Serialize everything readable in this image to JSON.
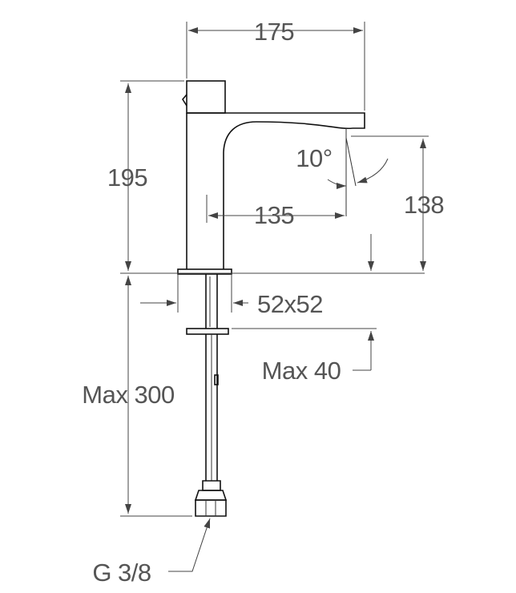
{
  "dimensions": {
    "width_top": "175",
    "height_total": "195",
    "reach": "135",
    "angle": "10°",
    "spout_height": "138",
    "base_size": "52x52",
    "max_thickness": "Max 40",
    "max_shank": "Max 300",
    "connection": "G 3/8"
  },
  "colors": {
    "line": "#111111",
    "dimension_text": "#555555"
  }
}
